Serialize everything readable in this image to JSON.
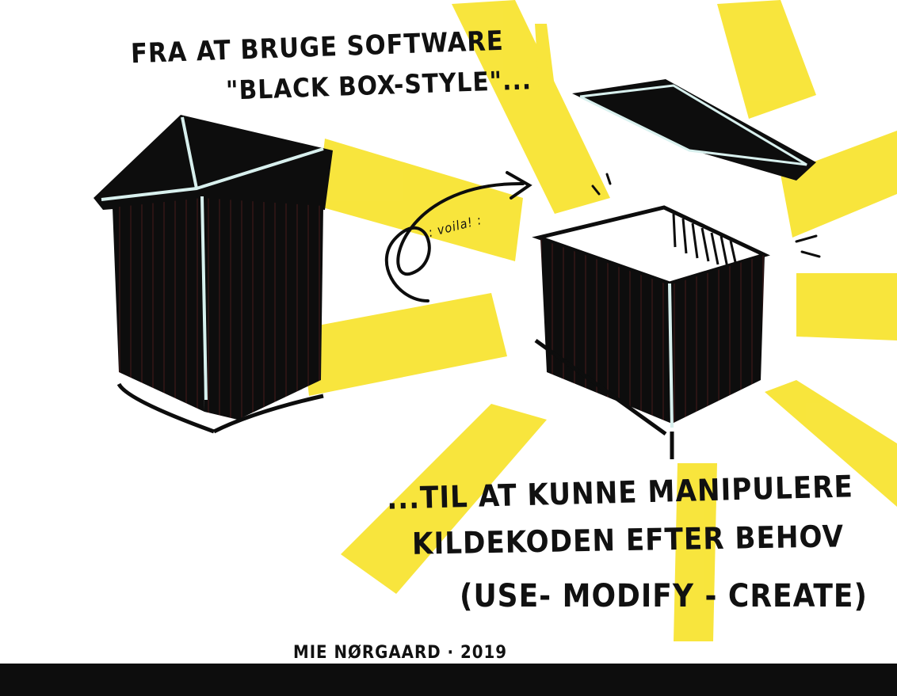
{
  "texts": {
    "title_line1": "FRA AT BRUGE SOFTWARE",
    "title_line2": "\"BLACK BOX-STYLE\"...",
    "voila": ": voila! :",
    "bottom_line1": "...TIL AT KUNNE MANIPULERE",
    "bottom_line2": "KILDEKODEN EFTER BEHOV",
    "bottom_line3": "(USE- MODIFY - CREATE)",
    "signature": "MIE NØRGAARD · 2019"
  },
  "colors": {
    "background": "#ffffff",
    "ink": "#0d0d0d",
    "highlight": "#f7e11b",
    "edge": "#d8f0ee"
  }
}
